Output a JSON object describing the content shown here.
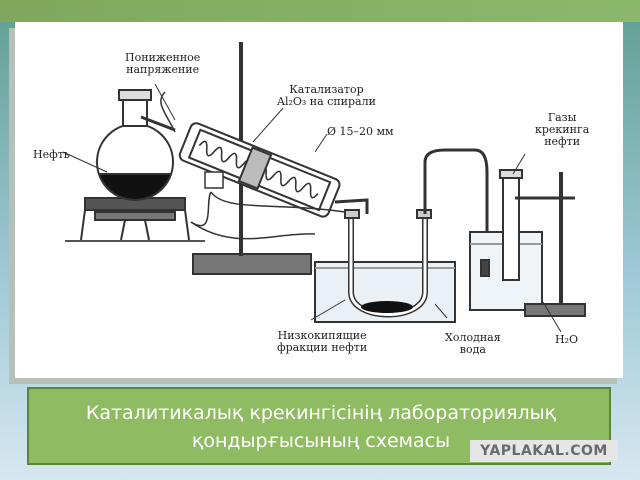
{
  "diagram": {
    "labels": {
      "low_voltage": [
        "Пониженное",
        "напряжение"
      ],
      "oil": "Нефть",
      "catalyst": [
        "Катализатор",
        "Al₂O₃ на спирали"
      ],
      "diameter": "Ø 15–20 мм",
      "cracking_gases": [
        "Газы",
        "крекинга",
        "нефти"
      ],
      "low_boiling": [
        "Низкокипящие",
        "фракции нефти"
      ],
      "cold_water": [
        "Холодная",
        "вода"
      ],
      "water": "H₂O"
    }
  },
  "caption": {
    "line1": "Каталитикалық крекингісінің лабораториялық",
    "line2": "қондырғысының схемасы"
  },
  "watermark": "YAPLAKAL.COM"
}
